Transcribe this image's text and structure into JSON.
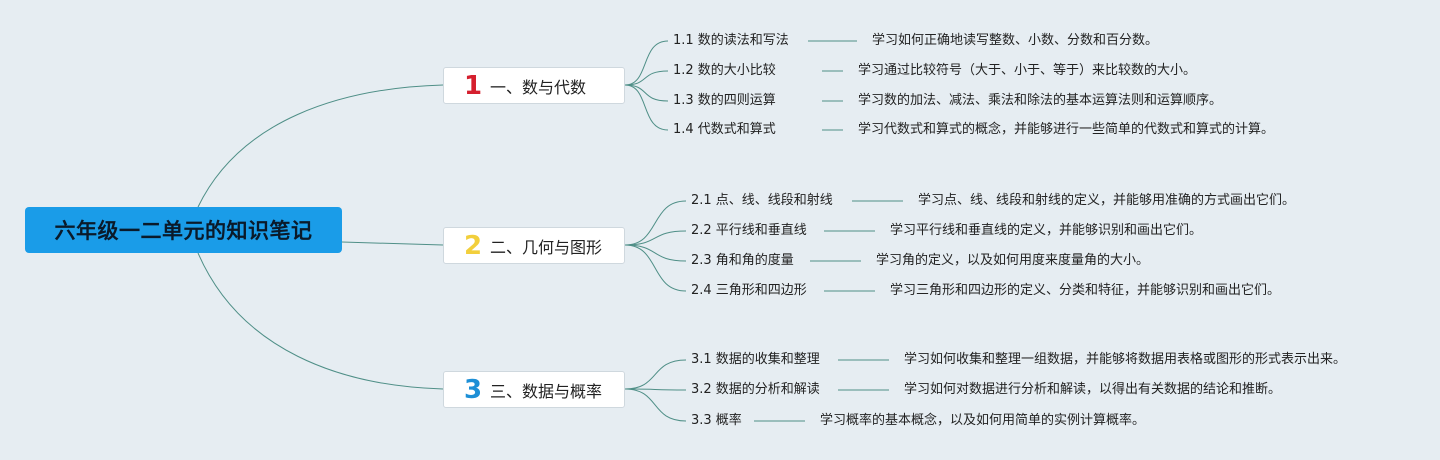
{
  "root": {
    "title": "六年级一二单元的知识笔记"
  },
  "colors": {
    "background": "#e6edf2",
    "root_fill": "#1a9ce8",
    "connector": "#4f8f87",
    "num1": "#d51f2e",
    "num2": "#f2cf3c",
    "num3": "#1d8fd6"
  },
  "branches": [
    {
      "number": "1",
      "label": "一、数与代数",
      "items": [
        {
          "label": "1.1 数的读法和写法",
          "desc": "学习如何正确地读写整数、小数、分数和百分数。"
        },
        {
          "label": "1.2 数的大小比较",
          "desc": "学习通过比较符号（大于、小于、等于）来比较数的大小。"
        },
        {
          "label": "1.3 数的四则运算",
          "desc": "学习数的加法、减法、乘法和除法的基本运算法则和运算顺序。"
        },
        {
          "label": "1.4 代数式和算式",
          "desc": "学习代数式和算式的概念，并能够进行一些简单的代数式和算式的计算。"
        }
      ]
    },
    {
      "number": "2",
      "label": "二、几何与图形",
      "items": [
        {
          "label": "2.1 点、线、线段和射线",
          "desc": "学习点、线、线段和射线的定义，并能够用准确的方式画出它们。"
        },
        {
          "label": "2.2 平行线和垂直线",
          "desc": "学习平行线和垂直线的定义，并能够识别和画出它们。"
        },
        {
          "label": "2.3 角和角的度量",
          "desc": "学习角的定义，以及如何用度来度量角的大小。"
        },
        {
          "label": "2.4 三角形和四边形",
          "desc": "学习三角形和四边形的定义、分类和特征，并能够识别和画出它们。"
        }
      ]
    },
    {
      "number": "3",
      "label": "三、数据与概率",
      "items": [
        {
          "label": "3.1 数据的收集和整理",
          "desc": "学习如何收集和整理一组数据，并能够将数据用表格或图形的形式表示出来。"
        },
        {
          "label": "3.2 数据的分析和解读",
          "desc": "学习如何对数据进行分析和解读，以得出有关数据的结论和推断。"
        },
        {
          "label": "3.3 概率",
          "desc": "学习概率的基本概念，以及如何用简单的实例计算概率。"
        }
      ]
    }
  ]
}
